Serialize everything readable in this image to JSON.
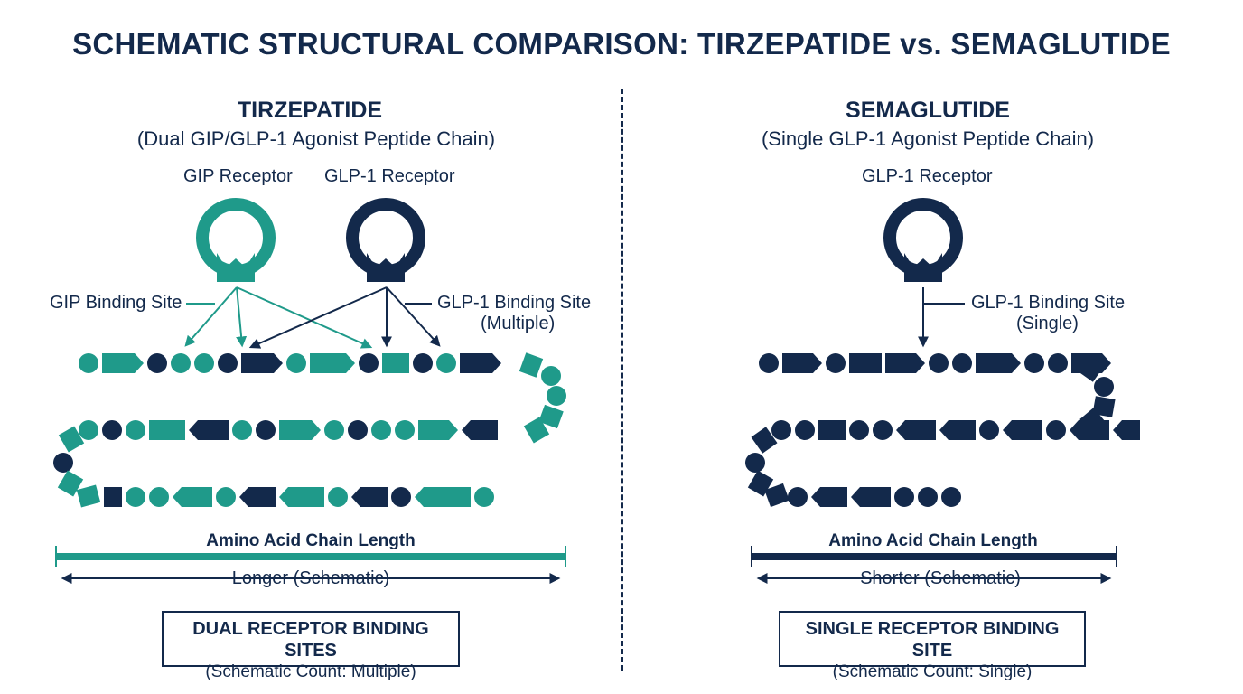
{
  "title": "SCHEMATIC STRUCTURAL COMPARISON: TIRZEPATIDE vs. SEMAGLUTIDE",
  "colors": {
    "navy": "#13294b",
    "teal": "#1f9a8a"
  },
  "left": {
    "name": "TIRZEPATIDE",
    "subtitle": "(Dual GIP/GLP-1 Agonist Peptide Chain)",
    "receptor_a": "GIP Receptor",
    "receptor_b": "GLP-1 Receptor",
    "binding_a": "GIP Binding Site",
    "binding_b_line1": "GLP-1 Binding Site",
    "binding_b_line2": "(Multiple)",
    "length_label": "Amino Acid Chain Length",
    "length_value": "Longer (Schematic)",
    "box_title": "DUAL RECEPTOR BINDING SITES",
    "box_sub": "(Schematic Count: Multiple)"
  },
  "right": {
    "name": "SEMAGLUTIDE",
    "subtitle": "(Single GLP-1 Agonist Peptide Chain)",
    "receptor": "GLP-1 Receptor",
    "binding_line1": "GLP-1 Binding Site",
    "binding_line2": "(Single)",
    "length_label": "Amino Acid Chain Length",
    "length_value": "Shorter (Schematic)",
    "box_title": "SINGLE RECEPTOR BINDING SITE",
    "box_sub": "(Schematic Count: Single)"
  }
}
